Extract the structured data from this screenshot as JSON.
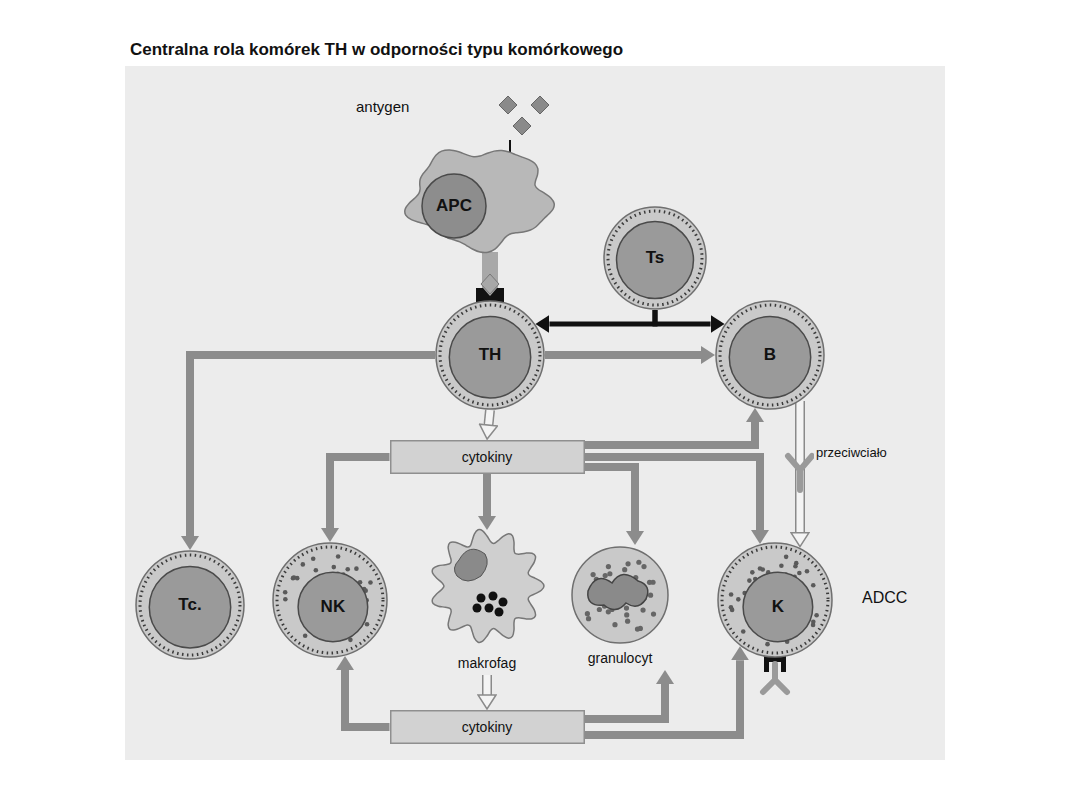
{
  "diagram": {
    "title": "Centralna rola komórek TH w odporności typu komórkowego",
    "nodes": [
      {
        "text": [
          "APC"
        ]
      },
      {
        "text": [
          "Ts"
        ]
      },
      {
        "text": [
          "TH"
        ]
      },
      {
        "text": [
          "B"
        ]
      },
      {
        "text": [
          "cytokiny"
        ]
      },
      {
        "text": [
          "Tc."
        ]
      },
      {
        "text": [
          "NK"
        ]
      },
      {
        "text": [
          "makrofag"
        ]
      },
      {
        "text": [
          "granulocyt"
        ]
      },
      {
        "text": [
          "K"
        ]
      },
      {
        "text": [
          "cytokiny"
        ]
      }
    ],
    "edges": [
      {
        "from": 0,
        "to": 2,
        "arrow": "none"
      },
      {
        "from": 1,
        "to": 2,
        "arrow": "to"
      },
      {
        "from": 1,
        "to": 3,
        "arrow": "to"
      },
      {
        "from": 2,
        "to": 3,
        "arrow": "to"
      },
      {
        "from": 2,
        "to": 5,
        "arrow": "to"
      },
      {
        "from": 2,
        "to": 4,
        "arrow": "to"
      },
      {
        "from": 4,
        "to": 6,
        "arrow": "to"
      },
      {
        "from": 4,
        "to": 7,
        "arrow": "to"
      },
      {
        "from": 4,
        "to": 8,
        "arrow": "to"
      },
      {
        "from": 4,
        "to": 3,
        "arrow": "to"
      },
      {
        "from": 4,
        "to": 9,
        "arrow": "to"
      },
      {
        "from": 3,
        "to": 9,
        "label": "przeciwciało",
        "arrow": "to"
      },
      {
        "from": 7,
        "to": 10,
        "arrow": "to"
      },
      {
        "from": 10,
        "to": 6,
        "arrow": "to"
      },
      {
        "from": 10,
        "to": 8,
        "arrow": "to"
      },
      {
        "from": 10,
        "to": 9,
        "arrow": "to"
      }
    ],
    "labels": [
      "antygen",
      "ADCC"
    ]
  }
}
